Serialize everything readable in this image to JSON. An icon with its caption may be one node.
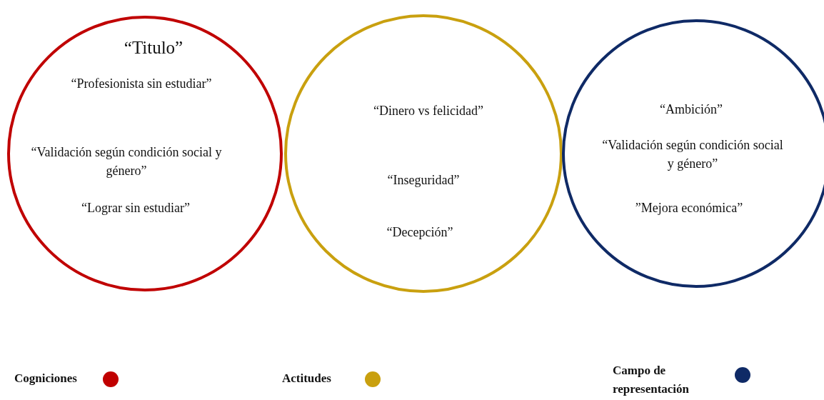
{
  "diagram": {
    "nodes": [
      {
        "text": [
          "“Titulo”",
          "“Profesionista sin estudiar”",
          "“Validación según condición social y género”",
          "“Lograr sin estudiar”"
        ]
      },
      {
        "text": [
          "“Dinero vs felicidad”",
          "“Inseguridad”",
          "“Decepción”"
        ]
      },
      {
        "text": [
          "“Ambición”",
          "“Validación según condición social y género”",
          "”Mejora económica”"
        ]
      }
    ],
    "legend": [
      {
        "text": "Cogniciones",
        "color": "#c00000"
      },
      {
        "text": "Actitudes",
        "color": "#c9a00f"
      },
      {
        "text": "Campo de representación",
        "color": "#0f2a66"
      }
    ]
  }
}
